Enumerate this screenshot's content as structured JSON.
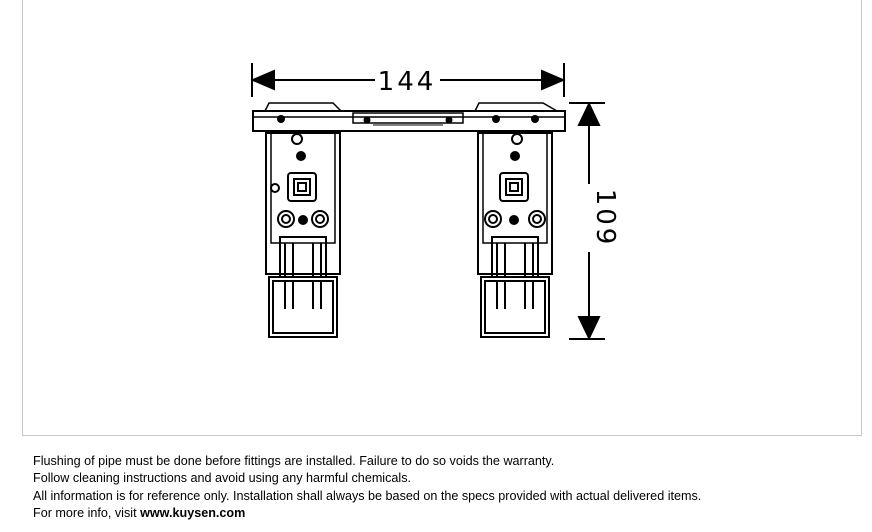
{
  "diagram": {
    "dimension_width": "144",
    "dimension_height": "109"
  },
  "notes": {
    "line1": "Flushing of pipe must be done before fittings are installed. Failure to do so voids the warranty.",
    "line2": "Follow cleaning instructions and avoid using any harmful chemicals.",
    "line3": "All information is for reference only. Installation shall always be based on the specs provided with actual delivered items.",
    "line4_prefix": "For more info, visit ",
    "line4_link": "www.kuysen.com"
  }
}
